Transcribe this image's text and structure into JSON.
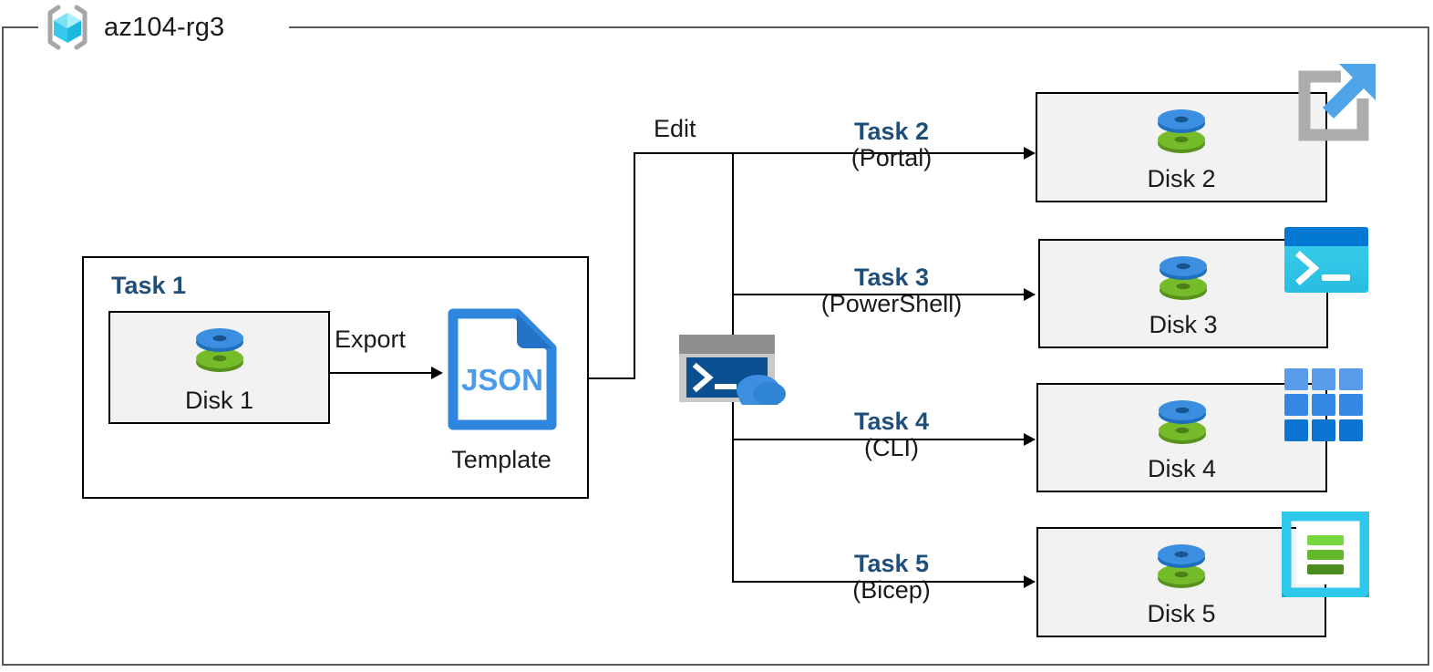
{
  "resource_group": {
    "name": "az104-rg3",
    "icon": "resource-group-cube-icon"
  },
  "colors": {
    "task_label": "#1F4E79",
    "box_fill": "#F2F2F2",
    "box_border": "#000000",
    "rg_border": "#595959",
    "disk_blue": "#3F8FDC",
    "disk_green": "#6CB32A",
    "json_blue": "#2E86DE",
    "cloudshell_gray": "#9A9A9A",
    "cloudshell_terminal": "#0A5091",
    "powershell_bar": "#0078D4",
    "powershell_body": "#32C8E8",
    "cli_blue": "#1573D6",
    "bicep_cyan": "#32C8E8"
  },
  "task1": {
    "label": "Task 1",
    "disk": {
      "caption": "Disk 1",
      "icon": "disk-icon"
    },
    "export_label": "Export",
    "template": {
      "file_type": "JSON",
      "caption": "Template",
      "icon": "json-file-icon"
    }
  },
  "edit_label": "Edit",
  "cloud_shell": {
    "icon": "azure-cloud-shell-icon"
  },
  "branches": [
    {
      "task": "Task 2",
      "tool": "(Portal)",
      "disk_caption": "Disk 2",
      "tool_icon": "portal-external-link-icon"
    },
    {
      "task": "Task 3",
      "tool": "(PowerShell)",
      "disk_caption": "Disk 3",
      "tool_icon": "powershell-icon"
    },
    {
      "task": "Task 4",
      "tool": "(CLI)",
      "disk_caption": "Disk 4",
      "tool_icon": "cli-grid-icon"
    },
    {
      "task": "Task 5",
      "tool": "(Bicep)",
      "disk_caption": "Disk 5",
      "tool_icon": "bicep-icon"
    }
  ]
}
